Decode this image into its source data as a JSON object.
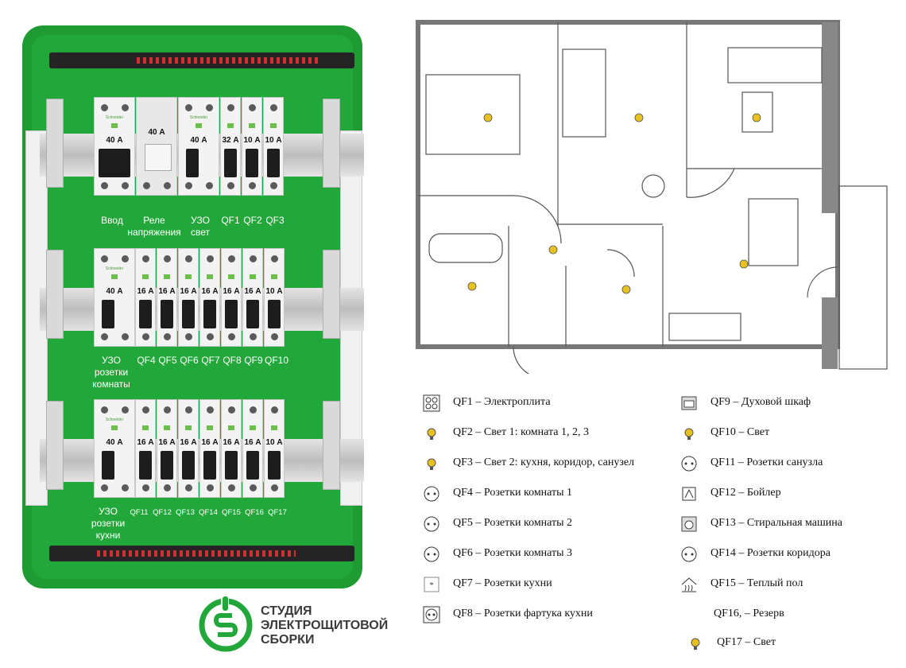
{
  "panel": {
    "rows": [
      {
        "breakers": [
          {
            "id": "vvod",
            "rating": "40 А"
          },
          {
            "id": "rele",
            "rating": "40 А"
          },
          {
            "id": "uzo1",
            "rating": "40 А"
          },
          {
            "id": "qf1",
            "rating": "32 А"
          },
          {
            "id": "qf2",
            "rating": "10 А"
          },
          {
            "id": "qf3",
            "rating": "10 А"
          }
        ],
        "labels": [
          "Ввод",
          "Реле напряжения",
          "УЗО свет",
          "QF1",
          "QF2",
          "QF3"
        ]
      },
      {
        "breakers": [
          {
            "id": "uzo2",
            "rating": "40 А"
          },
          {
            "id": "qf4",
            "rating": "16 А"
          },
          {
            "id": "qf5",
            "rating": "16 А"
          },
          {
            "id": "qf6",
            "rating": "16 А"
          },
          {
            "id": "qf7",
            "rating": "16 А"
          },
          {
            "id": "qf8",
            "rating": "16 А"
          },
          {
            "id": "qf9",
            "rating": "16 А"
          },
          {
            "id": "qf10",
            "rating": "10 А"
          }
        ],
        "labels": [
          "УЗО розетки комнаты",
          "QF4",
          "QF5",
          "QF6",
          "QF7",
          "QF8",
          "QF9",
          "QF10"
        ]
      },
      {
        "breakers": [
          {
            "id": "uzo3",
            "rating": "40 А"
          },
          {
            "id": "qf11",
            "rating": "16 А"
          },
          {
            "id": "qf12",
            "rating": "16 А"
          },
          {
            "id": "qf13",
            "rating": "16 А"
          },
          {
            "id": "qf14",
            "rating": "16 А"
          },
          {
            "id": "qf15",
            "rating": "16 А"
          },
          {
            "id": "qf16",
            "rating": "16 А"
          },
          {
            "id": "qf17",
            "rating": "10 А"
          }
        ],
        "labels": [
          "УЗО розетки кухни",
          "QF11",
          "QF12",
          "QF13",
          "QF14",
          "QF15",
          "QF16",
          "QF17"
        ]
      }
    ]
  },
  "logo": {
    "text": "СТУДИЯ ЭЛЕКТРОЩИТОВОЙ СБОРКИ",
    "line1": "СТУДИЯ",
    "line2": "ЭЛЕКТРОЩИТОВОЙ",
    "line3": "СБОРКИ",
    "color": "#22a83a"
  },
  "legend": {
    "left": [
      {
        "icon": "stove-icon",
        "text": "QF1 – Электроплита"
      },
      {
        "icon": "lamp-icon",
        "text": "QF2 – Свет 1: комната 1, 2, 3"
      },
      {
        "icon": "lamp-icon",
        "text": "QF3 – Свет 2: кухня, коридор, санузел"
      },
      {
        "icon": "socket-icon",
        "text": "QF4 – Розетки комнаты 1"
      },
      {
        "icon": "socket-icon",
        "text": "QF5 – Розетки комнаты 2"
      },
      {
        "icon": "socket-icon",
        "text": "QF6 – Розетки комнаты 3"
      },
      {
        "icon": "kitchen-socket-icon",
        "text": "QF7 – Розетки кухни"
      },
      {
        "icon": "backsplash-socket-icon",
        "text": "QF8 – Розетки фартука кухни"
      }
    ],
    "right": [
      {
        "icon": "oven-icon",
        "text": "QF9 – Духовой шкаф"
      },
      {
        "icon": "lamp-icon",
        "text": "QF10 –  Свет"
      },
      {
        "icon": "socket-icon",
        "text": "QF11 – Розетки санузла"
      },
      {
        "icon": "boiler-icon",
        "text": "QF12 – Бойлер"
      },
      {
        "icon": "washer-icon",
        "text": "QF13 – Стиральная машина"
      },
      {
        "icon": "socket-icon",
        "text": "QF14 – Розетки коридора"
      },
      {
        "icon": "floor-heating-icon",
        "text": "QF15 – Теплый пол"
      },
      {
        "icon": "none",
        "text": "QF16,  – Резерв"
      },
      {
        "icon": "lamp-icon",
        "text": "QF17  – Свет"
      }
    ]
  },
  "colors": {
    "panel": "#1e9b33",
    "panel_inner": "#22a83a",
    "lamp": "#e8c020",
    "handle": "#1d1d1d"
  }
}
